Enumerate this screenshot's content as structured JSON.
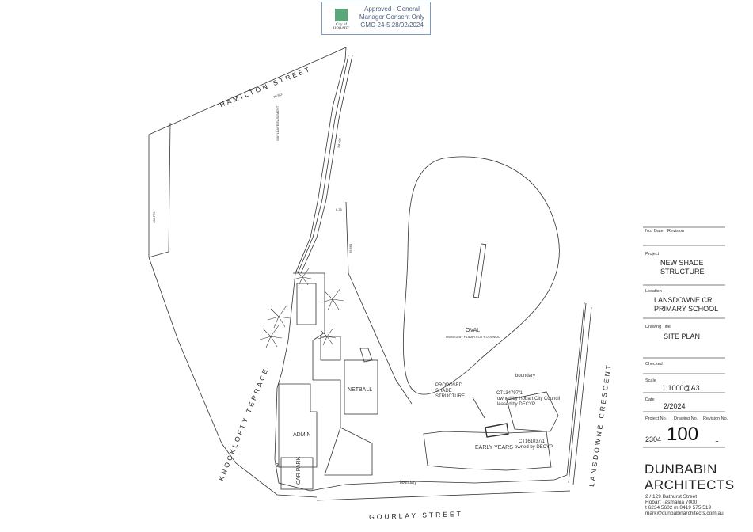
{
  "approval_stamp": {
    "logo_text": "City of HOBART",
    "line1": "Approved - General",
    "line2": "Manager Consent Only",
    "line3": "GMC-24-5 28/02/2024"
  },
  "streets": {
    "hamilton": "HAMILTON STREET",
    "knocklofty": "KNOCKLOFTY TERRACE",
    "lansdowne": "LANSDOWNE CRESCENT",
    "gourlay": "GOURLAY STREET"
  },
  "plan_labels": {
    "oval": "OVAL",
    "oval_owner": "OWNED BY HOBART CITY COUNCIL",
    "netball": "NETBALL",
    "admin": "ADMIN",
    "car_park": "CAR PARK",
    "early_years": "EARLY YEARS",
    "proposed_line1": "PROPOSED",
    "proposed_line2": "SHADE",
    "proposed_line3": "STRUCTURE",
    "boundary": "boundary",
    "ct1_id": "CT134797/1",
    "ct1_owner": "owned by Hobart City Council",
    "ct1_lease": "leased by DECYP",
    "ct2_id": "CT161037/1",
    "ct2_owner": "owned by DECYP",
    "wayleave": "WAYLEAVE EASEMENT",
    "dim_1": "79.911",
    "dim_2": "108.776",
    "dim_3": "84.480",
    "dim_4": "65.661",
    "dim_5": "6.35",
    "dim_6": "3"
  },
  "title_block": {
    "rev_header_no": "No.",
    "rev_header_date": "Date",
    "rev_header_rev": "Revision",
    "project_label": "Project",
    "project_value_1": "NEW SHADE",
    "project_value_2": "STRUCTURE",
    "location_label": "Location",
    "location_value_1": "LANSDOWNE CR.",
    "location_value_2": "PRIMARY SCHOOL",
    "drawing_title_label": "Drawing Title",
    "drawing_title_value": "SITE PLAN",
    "checked_label": "Checked",
    "scale_label": "Scale",
    "scale_value": "1:1000@A3",
    "date_label": "Date",
    "date_value": "2/2024",
    "project_no_label": "Project No.",
    "drawing_no_label": "Drawing No.",
    "revision_no_label": "Revision No.",
    "project_no_value": "2304",
    "drawing_no_value": "100",
    "revision_no_value": ".."
  },
  "firm": {
    "name_1": "DUNBABIN",
    "name_2": "ARCHITECTS",
    "address_1": "2 / 129 Bathurst Street",
    "address_2": "Hobart Tasmania 7000",
    "phone": "t 6234 5602  m 0419 575 519",
    "email": "mark@dunbabinarchitects.com.au"
  },
  "colors": {
    "stamp_border": "#7a9bc4",
    "logo_green": "#5aa77a",
    "line": "#333333"
  }
}
